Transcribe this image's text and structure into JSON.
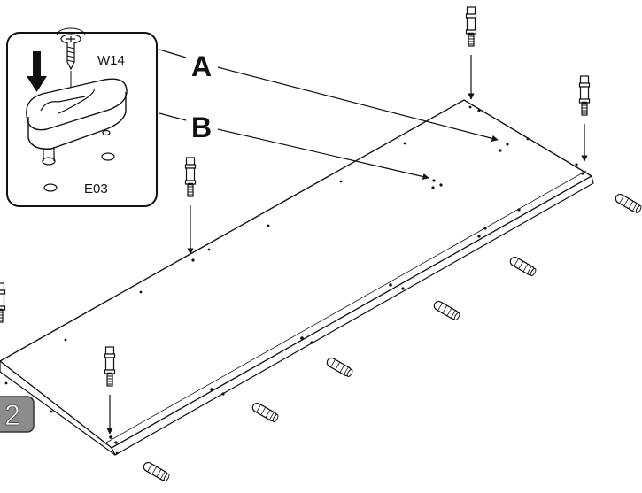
{
  "callouts": {
    "a": "A",
    "b": "B"
  },
  "inset": {
    "screw_code": "W14",
    "cam_code": "E03"
  },
  "step": {
    "number": "2"
  },
  "colors": {
    "ink": "#111111",
    "panel_fill": "#ffffff",
    "step_badge_fill": "#8c8c8c",
    "step_badge_text": "#ffffff"
  },
  "icons": [
    "screw-icon",
    "cam-lock-icon",
    "dowel-icon",
    "cam-bolt-icon",
    "down-arrow-icon"
  ]
}
